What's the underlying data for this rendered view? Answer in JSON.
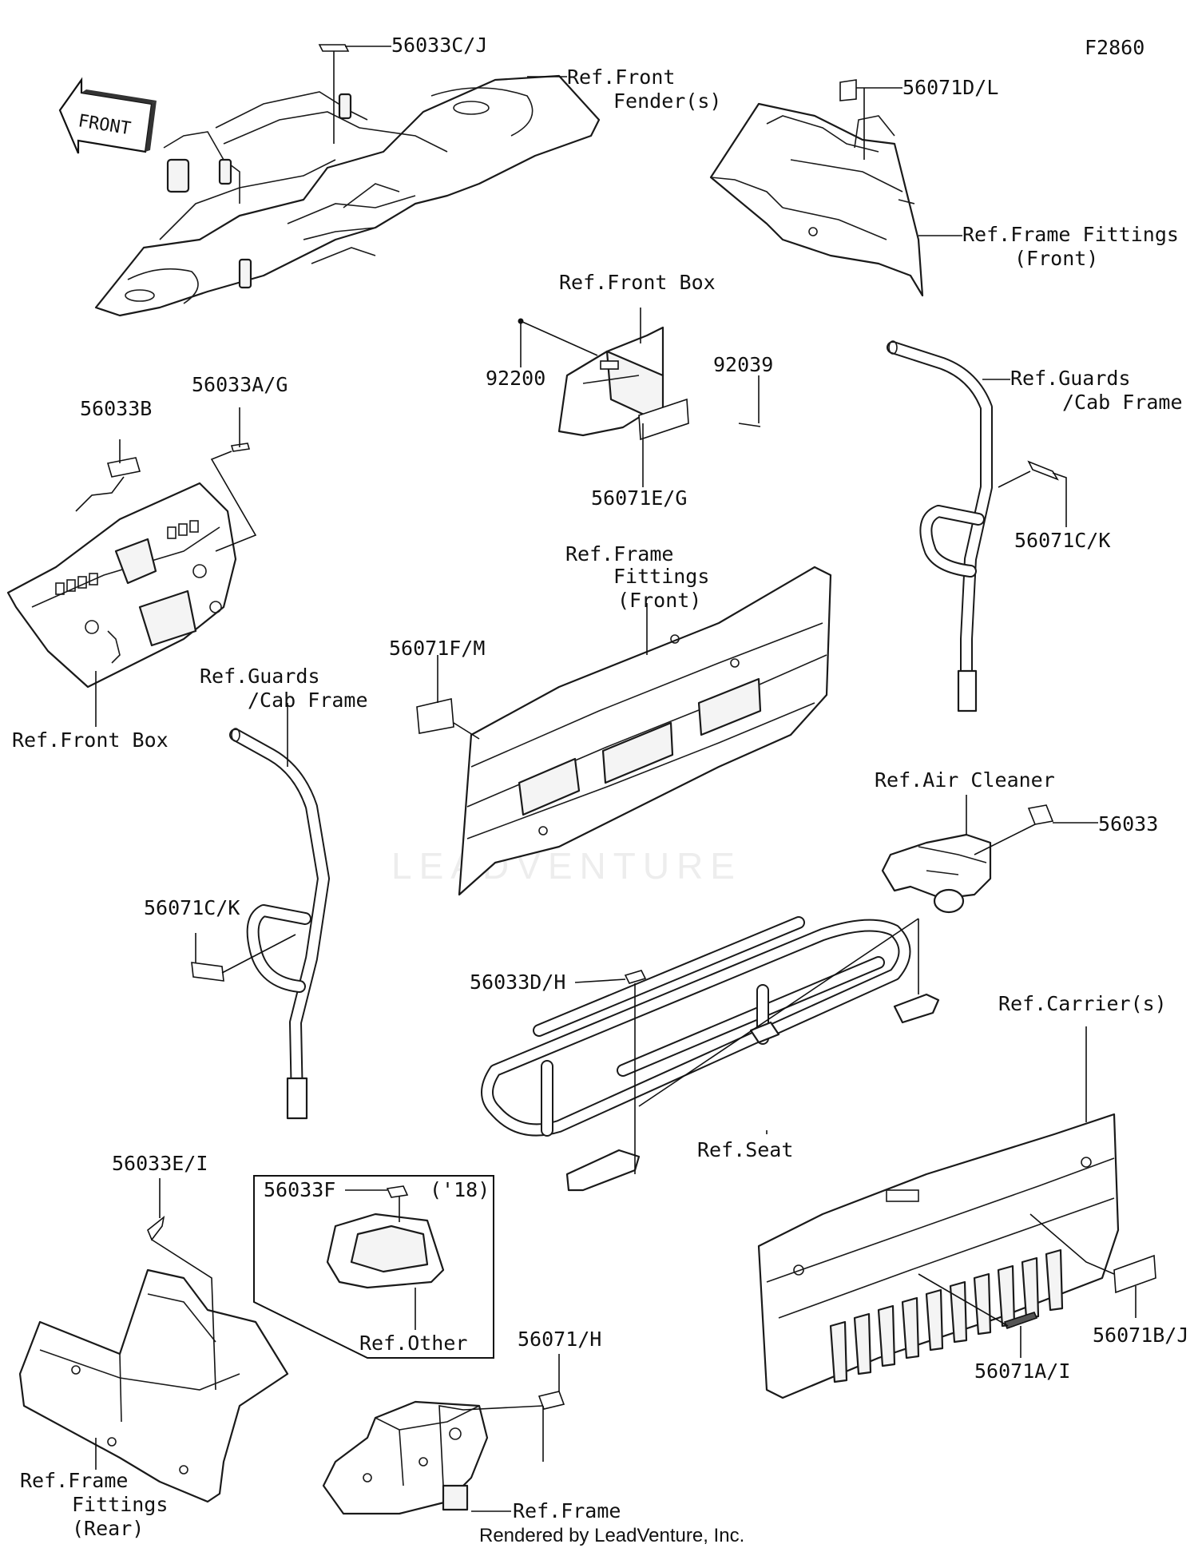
{
  "figure_id": "F2860",
  "footer": "Rendered by LeadVenture, Inc.",
  "watermark": "LEADVENTURE",
  "front_arrow": "FRONT",
  "box_year": "('18)",
  "labels": {
    "p56033CJ": "56033C/J",
    "refFrontFenders_1": "Ref.Front",
    "refFrontFenders_2": "Fender(s)",
    "p56071DL": "56071D/L",
    "refFrameFittingsFront_1": "Ref.Frame Fittings",
    "refFrameFittingsFront_2": "(Front)",
    "refFrontBoxTop": "Ref.Front Box",
    "p92200": "92200",
    "p92039": "92039",
    "p56071EG": "56071E/G",
    "p56033AG": "56033A/G",
    "p56033B": "56033B",
    "refGuardsCabRight_1": "Ref.Guards",
    "refGuardsCabRight_2": "/Cab Frame",
    "p56071CK_right": "56071C/K",
    "refFrameFittingsMid_1": "Ref.Frame",
    "refFrameFittingsMid_2": "Fittings",
    "refFrameFittingsMid_3": "(Front)",
    "p56071FM": "56071F/M",
    "refFrontBoxLeft": "Ref.Front Box",
    "refGuardsCabLeft_1": "Ref.Guards",
    "refGuardsCabLeft_2": "/Cab Frame",
    "refAirCleaner": "Ref.Air Cleaner",
    "p56033": "56033",
    "p56071CK_left": "56071C/K",
    "p56033DH": "56033D/H",
    "refCarriers": "Ref.Carrier(s)",
    "refSeat": "Ref.Seat",
    "p56033EI": "56033E/I",
    "p56033F": "56033F",
    "refOther": "Ref.Other",
    "p56071H": "56071/H",
    "p56071AI": "56071A/I",
    "p56071BJ": "56071B/J",
    "refFrameFittingsRear_1": "Ref.Frame",
    "refFrameFittingsRear_2": "Fittings",
    "refFrameFittingsRear_3": "(Rear)",
    "refFrame": "Ref.Frame"
  }
}
